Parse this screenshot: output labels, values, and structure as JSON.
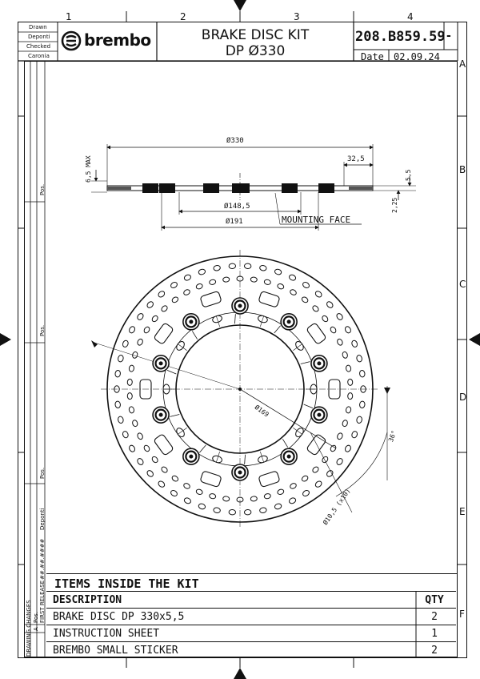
{
  "zones": {
    "columns": [
      "1",
      "2",
      "3",
      "4"
    ],
    "rows": [
      "A",
      "B",
      "C",
      "D",
      "E",
      "F"
    ]
  },
  "title_block": {
    "roles": [
      "Drawn",
      "Deponti",
      "Checked",
      "Caronia"
    ],
    "logo_text": "brembo",
    "title_line1": "BRAKE DISC KIT",
    "title_line2": "DP Ø330",
    "part_number": "208.B859.59",
    "revision": "-",
    "date_label": "Date",
    "date_value": "02.09.24"
  },
  "side_block": {
    "labels": [
      "Pos.",
      "Pos.",
      "Pos.",
      "Deponti",
      "##.##.####",
      "FIRST RELEASE",
      "A",
      "Pos.",
      "DRAWING CHANGES"
    ]
  },
  "dimensions": {
    "overall_diameter": "Ø330",
    "max_thickness": "6,5 MAX",
    "rim_width": "32,5",
    "thickness": "5,5",
    "offset": "2,25",
    "inner_diameter": "Ø148,5",
    "bolt_diameter": "Ø191",
    "mounting_face": "MOUNTING FACE",
    "bolt_circle": "Ø169",
    "angle": "36°",
    "holes": "Ø10,5 (x10)"
  },
  "kit": {
    "heading": "ITEMS INSIDE THE KIT",
    "col_description": "DESCRIPTION",
    "col_qty": "QTY",
    "items": [
      {
        "description": "BRAKE DISC DP 330x5,5",
        "qty": "2"
      },
      {
        "description": "INSTRUCTION SHEET",
        "qty": "1"
      },
      {
        "description": "BREMBO SMALL STICKER",
        "qty": "2"
      }
    ]
  }
}
